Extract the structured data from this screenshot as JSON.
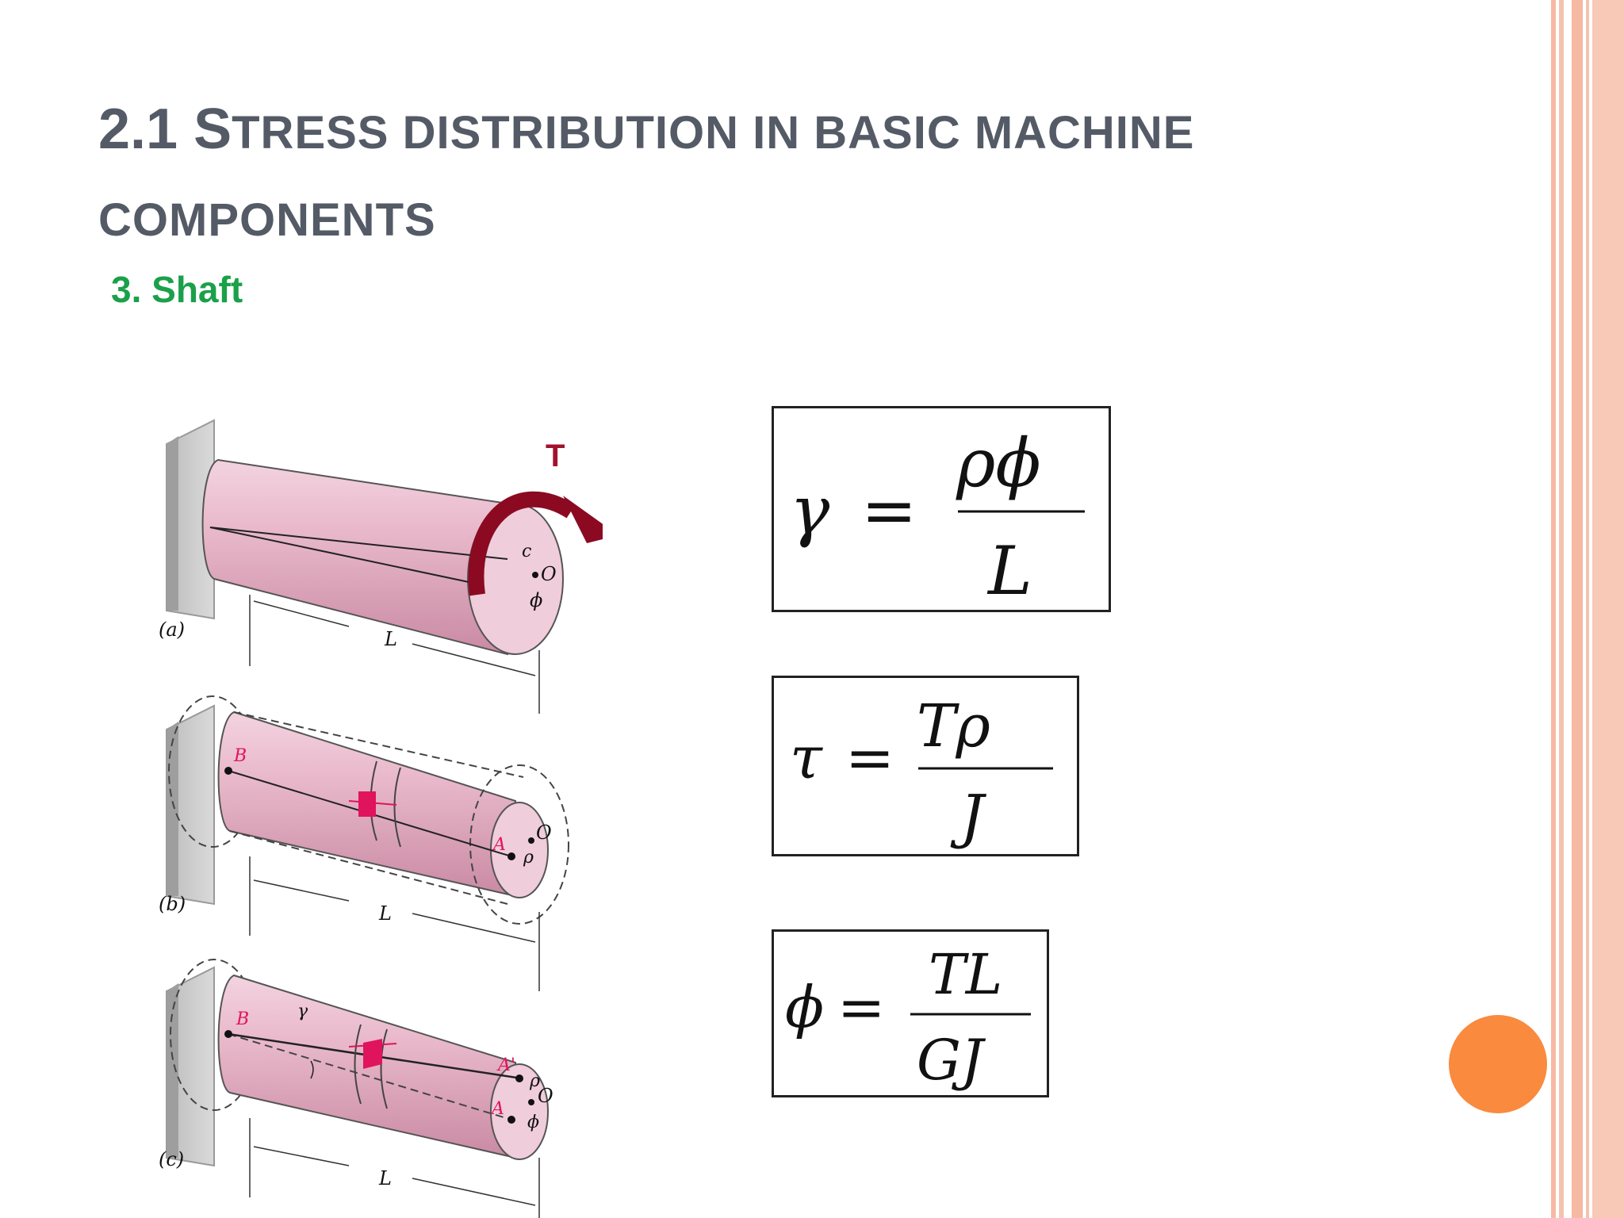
{
  "slide": {
    "title_line1_big": "2.1 S",
    "title_line1_rest": "TRESS DISTRIBUTION IN BASIC MACHINE",
    "title_line2": "COMPONENTS",
    "subtitle": "3. Shaft",
    "colors": {
      "title": "#545b66",
      "subtitle": "#1ba04a",
      "torque_arrow": "#8b0a22",
      "shaft": "#e7b1c6",
      "border_stripe": "#f6b9a3",
      "accent_circle": "#f98a3e"
    }
  },
  "figure": {
    "torque_label": "T",
    "panels": [
      {
        "tag": "(a)",
        "length_label": "L",
        "points": [
          "c",
          "O",
          "ϕ"
        ]
      },
      {
        "tag": "(b)",
        "length_label": "L",
        "points": [
          "B",
          "A",
          "O",
          "ρ"
        ]
      },
      {
        "tag": "(c)",
        "length_label": "L",
        "points": [
          "B",
          "γ",
          "A'",
          "A",
          "ρ",
          "O",
          "ϕ"
        ]
      }
    ]
  },
  "equations": [
    {
      "lhs": "γ",
      "eq": "=",
      "num": "ρϕ",
      "den": "L"
    },
    {
      "lhs": "τ",
      "eq": "=",
      "num": "Tρ",
      "den": "J"
    },
    {
      "lhs": "ϕ",
      "eq": "=",
      "num": "TL",
      "den": "GJ"
    }
  ]
}
